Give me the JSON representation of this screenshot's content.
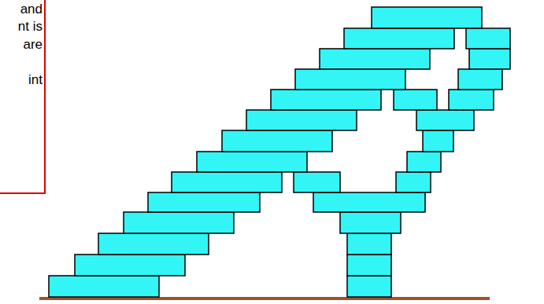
{
  "diagram": {
    "labels": [
      "and",
      "nt is",
      "are",
      "int"
    ]
  }
}
